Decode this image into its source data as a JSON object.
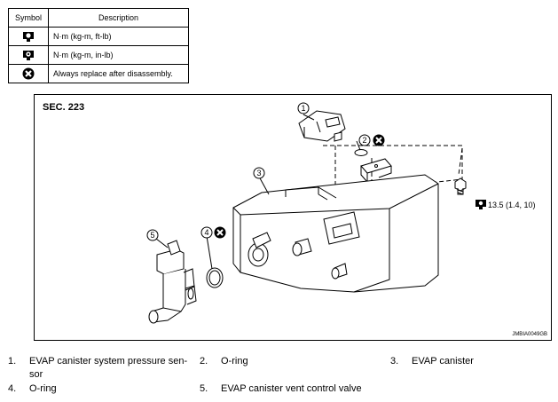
{
  "symbol_table": {
    "header_symbol": "Symbol",
    "header_description": "Description",
    "rows": [
      {
        "icon": "torque-wrench-icon",
        "description": "N·m (kg-m, ft-lb)"
      },
      {
        "icon": "torque-wrench-small-icon",
        "description": "N·m (kg-m, in-lb)"
      },
      {
        "icon": "replace-x-icon",
        "description": "Always replace after disassembly."
      }
    ]
  },
  "diagram": {
    "section": "SEC. 223",
    "code": "JMBIA0049GB",
    "torque": "13.5 (1.4, 10)",
    "callouts": [
      "1",
      "2",
      "3",
      "4",
      "5"
    ]
  },
  "legend": [
    {
      "num": "1.",
      "text": "EVAP canister system pressure sen-",
      "text2": "sor"
    },
    {
      "num": "2.",
      "text": "O-ring"
    },
    {
      "num": "3.",
      "text": "EVAP canister"
    },
    {
      "num": "4.",
      "text": "O-ring"
    },
    {
      "num": "5.",
      "text": "EVAP canister vent control valve"
    }
  ]
}
